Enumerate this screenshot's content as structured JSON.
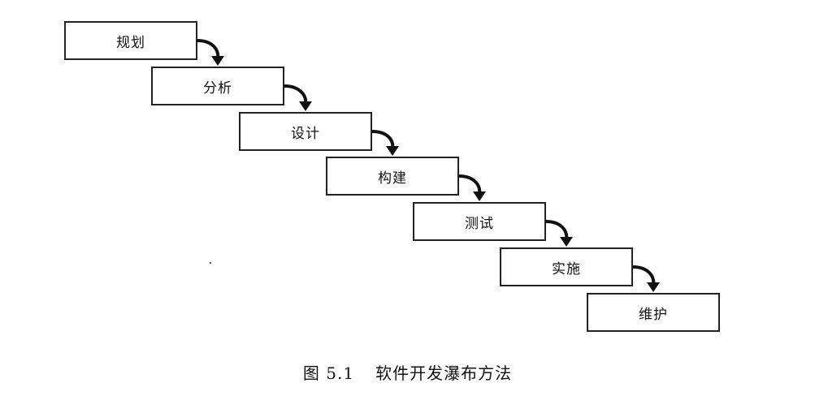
{
  "stages": [
    "规划",
    "分析",
    "设计",
    "构建",
    "测试",
    "实施",
    "维护"
  ],
  "caption": {
    "figure_number": "图 5.1",
    "title": "软件开发瀑布方法"
  },
  "colors": {
    "box_border": "#222222",
    "arrow": "#111111",
    "text": "#111111"
  }
}
